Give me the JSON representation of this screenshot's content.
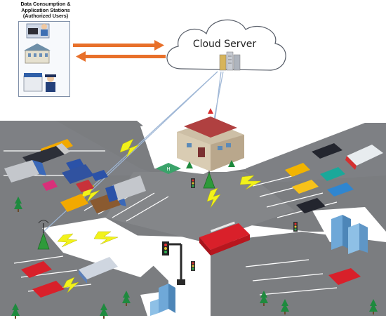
{
  "stations": {
    "title_line1": "Data Consumption &",
    "title_line2": "Application Stations",
    "title_line3": "(Authorized Users)",
    "icons": [
      "user-at-computer-icon",
      "building-icon",
      "police-officer-icon"
    ]
  },
  "cloud": {
    "label": "Cloud Server",
    "icon": "server-racks-icon"
  },
  "colors": {
    "road": "#7b7d80",
    "road_edge": "#9a9ca0",
    "lane_marking": "#ffffff",
    "arrow": "#e8702a",
    "signal_bolt": "#f2f21a",
    "tree": "#1e8a3e",
    "fire_truck": "#d9202a",
    "tower": "#2e9a3a"
  }
}
